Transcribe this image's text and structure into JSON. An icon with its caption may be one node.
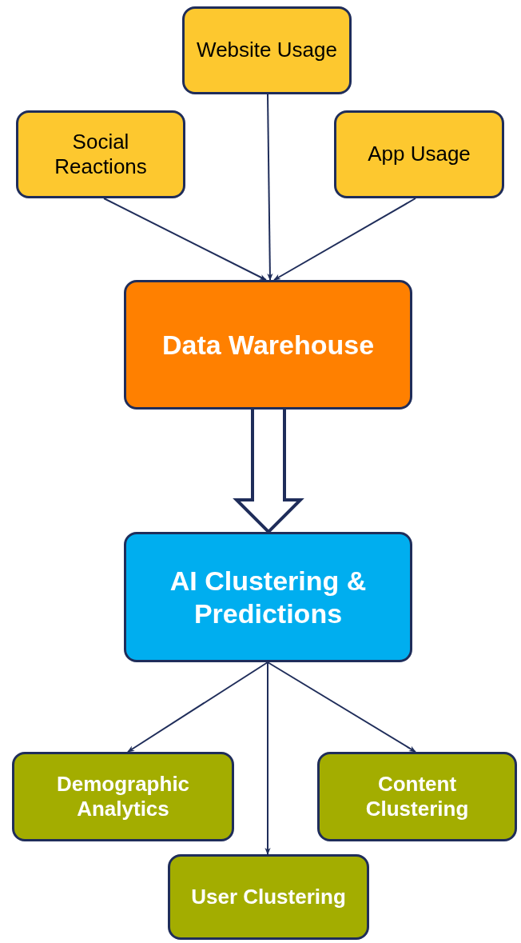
{
  "diagram": {
    "nodes": [
      {
        "text": [
          "Website Usage"
        ]
      },
      {
        "text": [
          "Social Reactions"
        ]
      },
      {
        "text": [
          "App Usage"
        ]
      },
      {
        "text": [
          "Data Warehouse"
        ]
      },
      {
        "text": [
          "AI Clustering & Predictions"
        ]
      },
      {
        "text": [
          "Demographic Analytics"
        ]
      },
      {
        "text": [
          "Content Clustering"
        ]
      },
      {
        "text": [
          "User Clustering"
        ]
      }
    ],
    "edges": [
      {
        "from": 1,
        "to": 3,
        "arrow": "to"
      },
      {
        "from": 0,
        "to": 3,
        "arrow": "to"
      },
      {
        "from": 2,
        "to": 3,
        "arrow": "to"
      },
      {
        "from": 3,
        "to": 4,
        "arrow": "to",
        "style": "thick"
      },
      {
        "from": 4,
        "to": 5,
        "arrow": "to"
      },
      {
        "from": 4,
        "to": 7,
        "arrow": "to"
      },
      {
        "from": 4,
        "to": 6,
        "arrow": "to"
      }
    ]
  }
}
